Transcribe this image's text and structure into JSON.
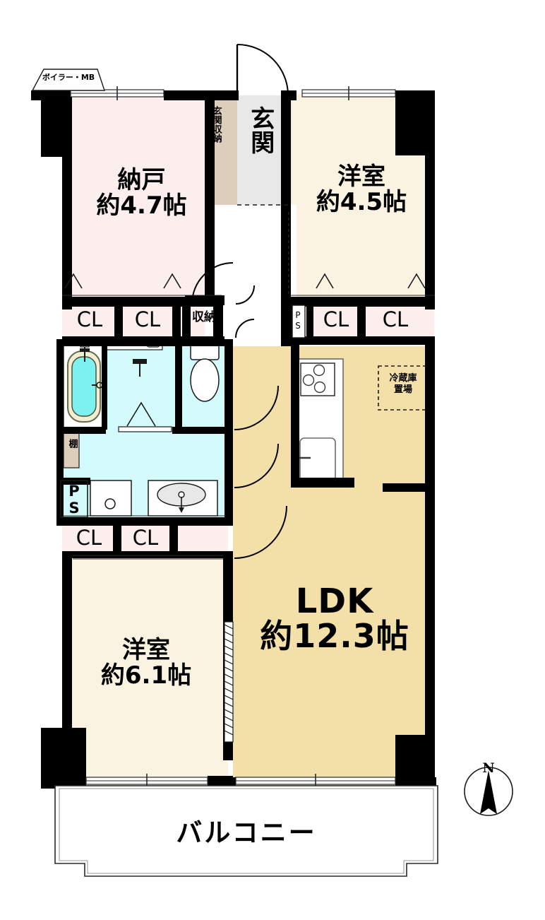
{
  "document": {
    "type": "floor-plan",
    "language": "ja",
    "title": "間取り図"
  },
  "rooms": [
    {
      "id": "nando",
      "name": "納戸",
      "area": "約4.7帖",
      "fill": "#fdeeee"
    },
    {
      "id": "yoshitsu45",
      "name": "洋室",
      "area": "約4.5帖",
      "fill": "#faf3e2"
    },
    {
      "id": "yoshitsu61",
      "name": "洋室",
      "area": "約6.1帖",
      "fill": "#faf3e2"
    },
    {
      "id": "ldk",
      "name": "LDK",
      "area": "約12.3帖",
      "fill": "#f3dfa8"
    }
  ],
  "labels": {
    "boiler_mb": "ボイラー・MB",
    "genkan": "玄関",
    "genkan_shuno": "玄関収納",
    "shuno": "収納",
    "balcony": "バルコニー",
    "refrigerator": "冷蔵庫\n置場",
    "refrigerator_line1": "冷蔵庫",
    "refrigerator_line2": "置場",
    "shelf": "棚",
    "closet": "CL",
    "ps": "PS",
    "ps_line1": "P",
    "ps_line2": "S",
    "compass_north": "N"
  },
  "closets": [
    {
      "id": "cl-1",
      "label": "CL"
    },
    {
      "id": "cl-2",
      "label": "CL"
    },
    {
      "id": "cl-3",
      "label": "CL"
    },
    {
      "id": "cl-4",
      "label": "CL"
    },
    {
      "id": "cl-5",
      "label": "CL"
    },
    {
      "id": "cl-6",
      "label": "CL"
    }
  ],
  "pipe_shafts": [
    {
      "id": "ps-upper-right",
      "label": "PS"
    },
    {
      "id": "ps-lower-left",
      "label": "PS"
    }
  ],
  "colors": {
    "wall": "#000000",
    "room_pink": "#fdeeee",
    "room_cream": "#faf3e2",
    "ldk_yellow": "#f3dfa8",
    "water_cyan": "#d4fbfb",
    "storage_tan": "#ddcdbb",
    "genkan_gray": "#e4e4e4",
    "white": "#ffffff",
    "tub_water": "#7df0f0",
    "outline": "#000000"
  },
  "compass": {
    "direction": "N",
    "label": "N"
  },
  "fixtures": [
    {
      "id": "bathtub",
      "name": "浴槽"
    },
    {
      "id": "toilet",
      "name": "便器"
    },
    {
      "id": "vanity-sink",
      "name": "洗面台"
    },
    {
      "id": "washer-space",
      "name": "洗濯機置場"
    },
    {
      "id": "kitchen-stove",
      "name": "コンロ"
    },
    {
      "id": "kitchen-sink",
      "name": "シンク"
    },
    {
      "id": "fridge-space",
      "name": "冷蔵庫置場"
    }
  ]
}
